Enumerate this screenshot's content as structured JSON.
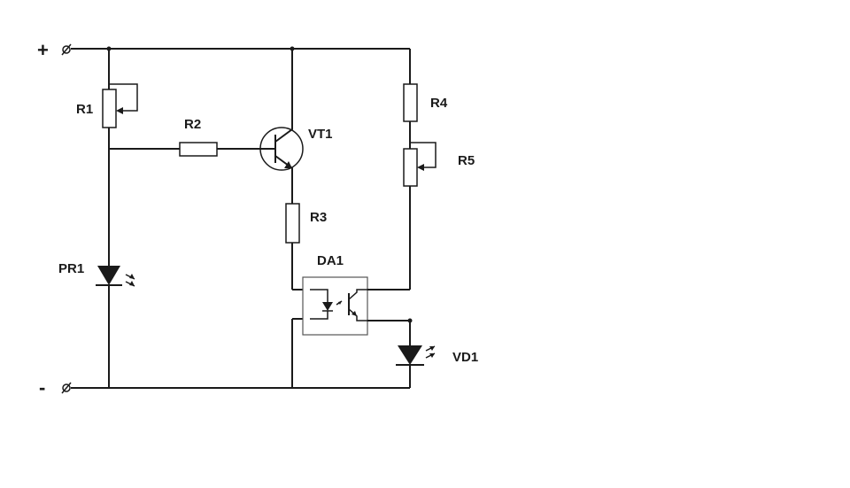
{
  "labels": {
    "r1": "R1",
    "r2": "R2",
    "r3": "R3",
    "r4": "R4",
    "r5": "R5",
    "vt1": "VT1",
    "da1": "DA1",
    "pr1": "PR1",
    "vd1": "VD1"
  },
  "terminals": {
    "positive": "+",
    "negative": "-"
  }
}
